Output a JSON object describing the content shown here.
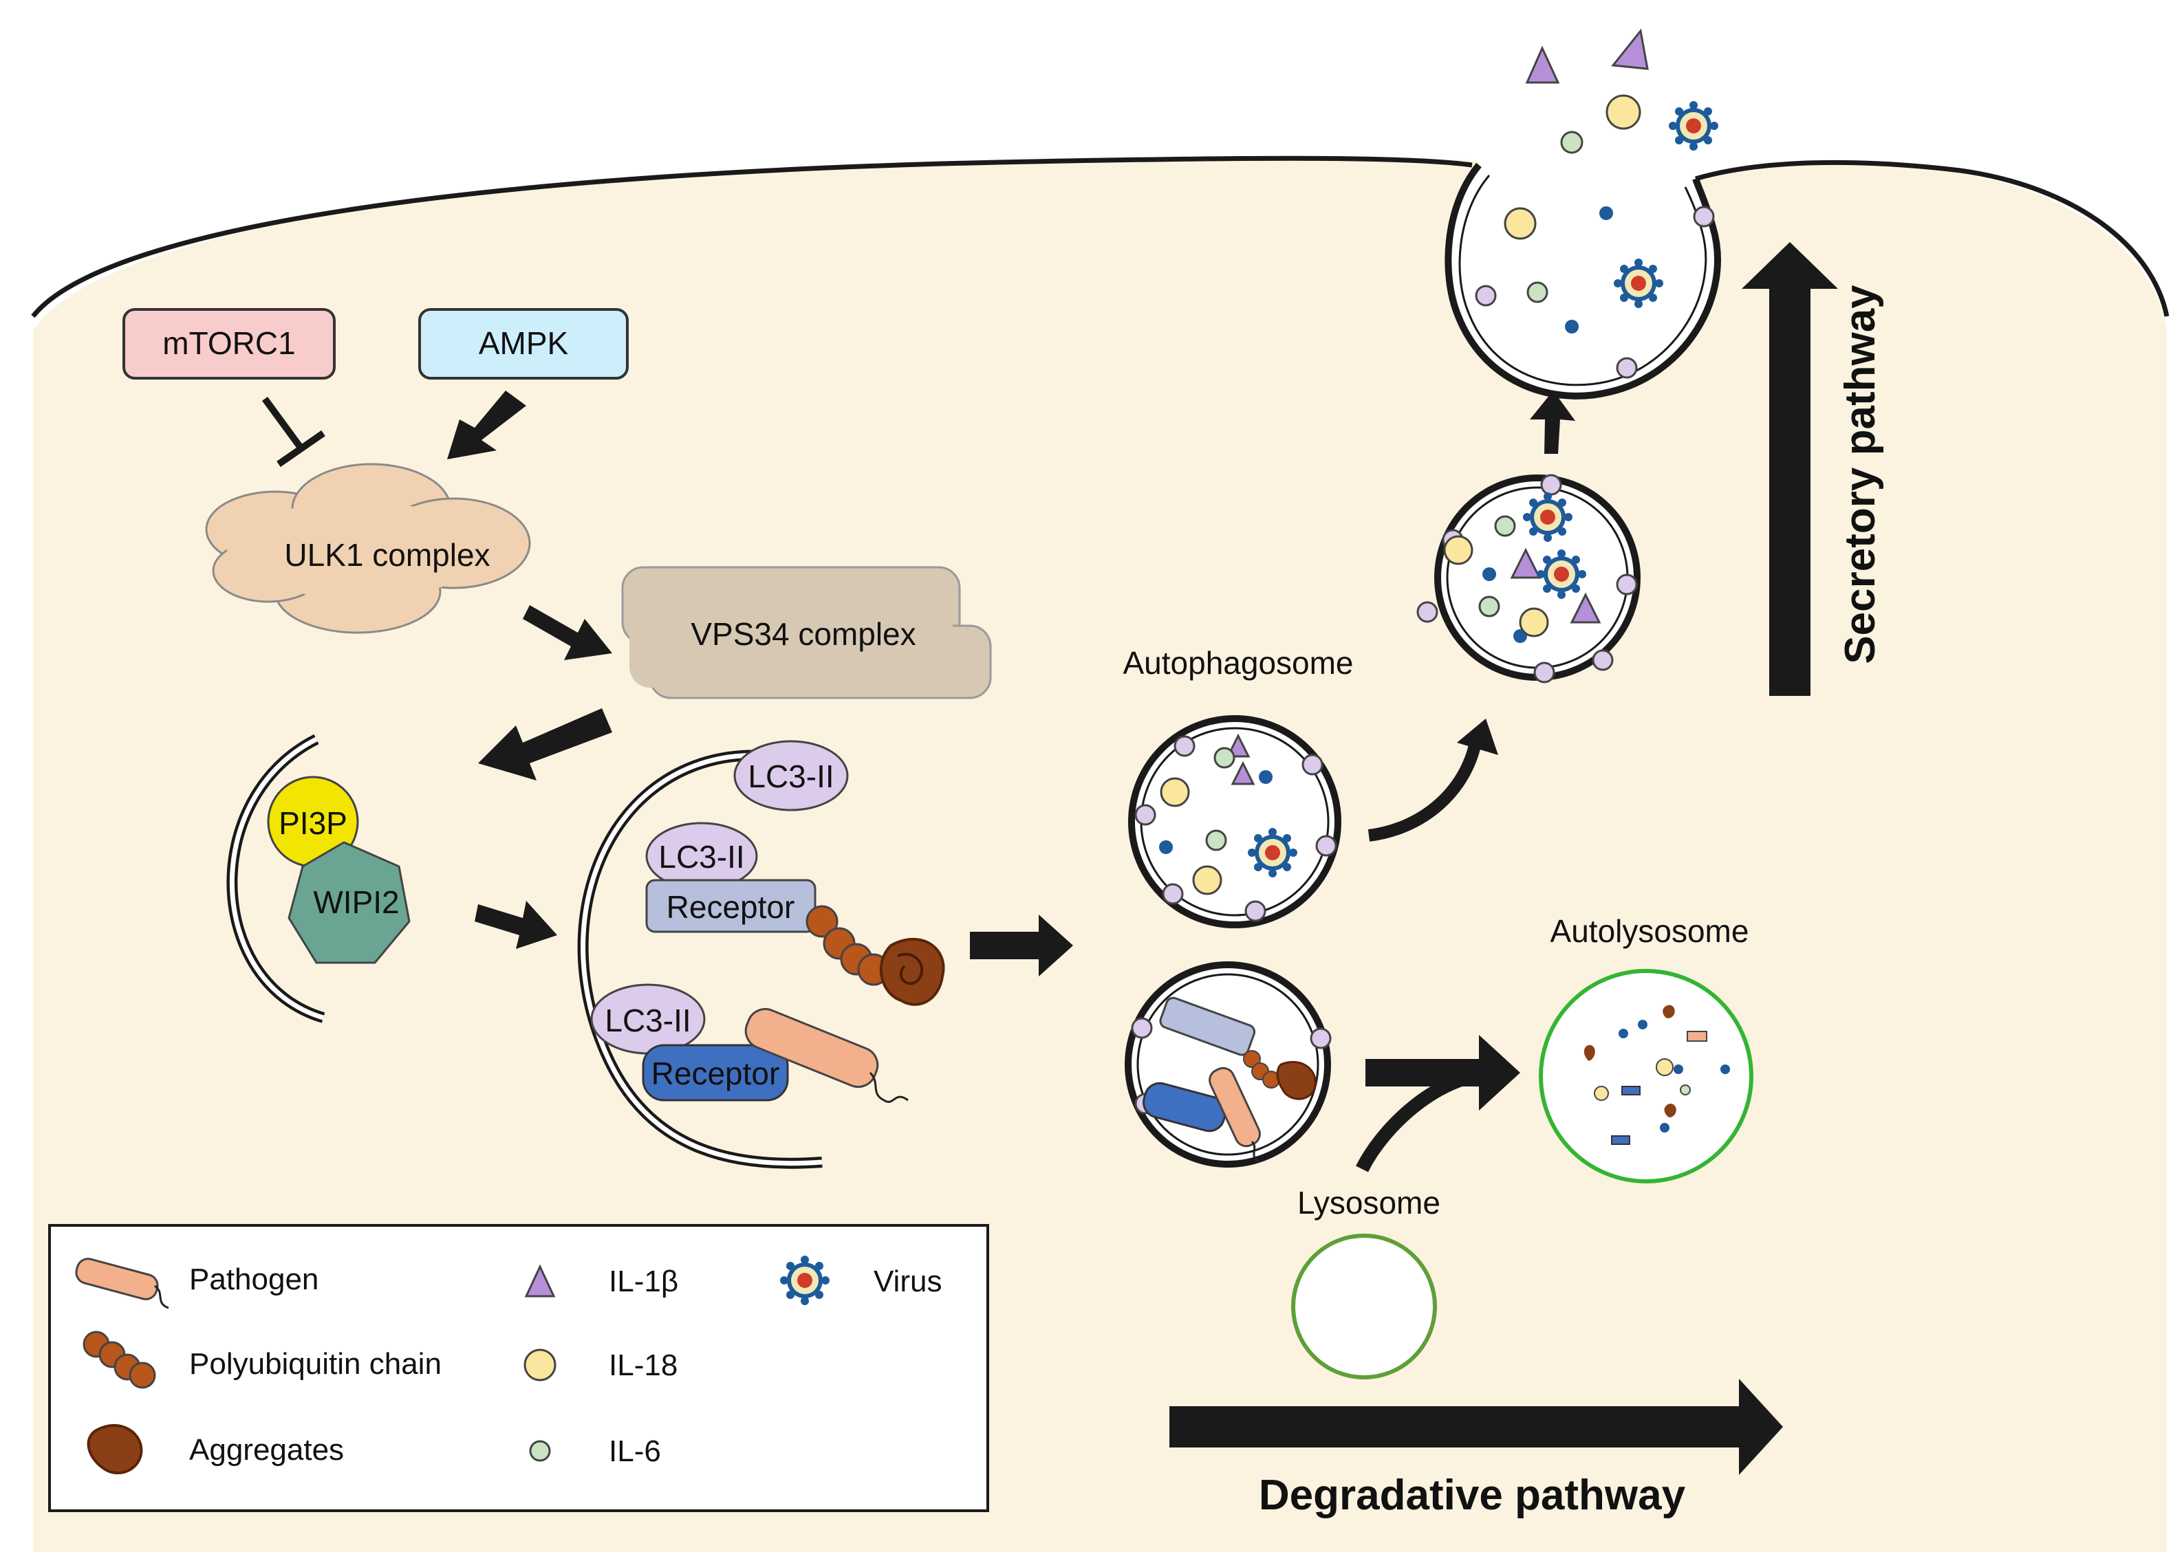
{
  "nodes": {
    "mtorc1": "mTORC1",
    "ampk": "AMPK",
    "ulk1": "ULK1 complex",
    "vps34": "VPS34 complex",
    "pi3p": "PI3P",
    "wipi2": "WIPI2",
    "lc3_top": "LC3-II",
    "lc3_mid": "LC3-II",
    "lc3_bottom": "LC3-II",
    "receptor_1": "Receptor",
    "receptor_2": "Receptor"
  },
  "labels": {
    "autophagosome": "Autophagosome",
    "autolysosome": "Autolysosome",
    "lysosome": "Lysosome",
    "secretory_pathway": "Secretory pathway",
    "degradative_pathway": "Degradative pathway"
  },
  "legend": {
    "pathogen": "Pathogen",
    "polyubiquitin": "Polyubiquitin chain",
    "aggregates": "Aggregates",
    "il1b": "IL-1β",
    "il18": "IL-18",
    "il6": "IL-6",
    "virus": "Virus"
  },
  "colors": {
    "cytoplasm": "#fbf3e0",
    "mtorc1": "#f9cccc",
    "ampk": "#cdeefb",
    "ulk1": "#f0d2b2",
    "vps34": "#d7c8b3",
    "pi3p": "#f2e600",
    "wipi2": "#6aa593",
    "lc3": "#dccbeb",
    "receptor_1": "#b6bfdc",
    "receptor_2": "#3f6fc0",
    "pathogen": "#f3b08c",
    "polyubiquitin": "#b8561b",
    "aggregate": "#7a3512",
    "il1b": "#b590d8",
    "il18": "#fbe69d",
    "il6": "#c9e3c3",
    "small_dot": "#1d5b9a",
    "autolysosome": "#33b533",
    "lysosome": "#5f9f3a"
  }
}
